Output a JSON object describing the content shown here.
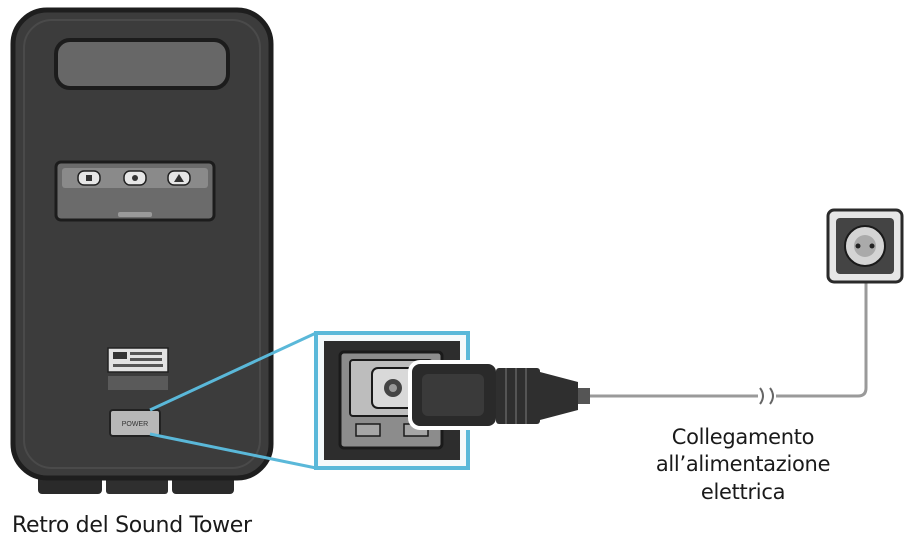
{
  "diagram": {
    "device_caption": "Retro del Sound Tower",
    "outlet_caption_lines": [
      "Collegamento",
      "all’alimentazione",
      "elettrica"
    ],
    "power_port_label": "POWER",
    "panel_icons": [
      "usb-icon",
      "aux-icon",
      "optical-icon"
    ],
    "colors": {
      "device_body": "#3c3c3c",
      "device_outline": "#1e1e1e",
      "highlight": "#5ab8d9",
      "cable": "#9a9a9a",
      "plug": "#2a2a2a",
      "outlet": "#444444"
    }
  }
}
